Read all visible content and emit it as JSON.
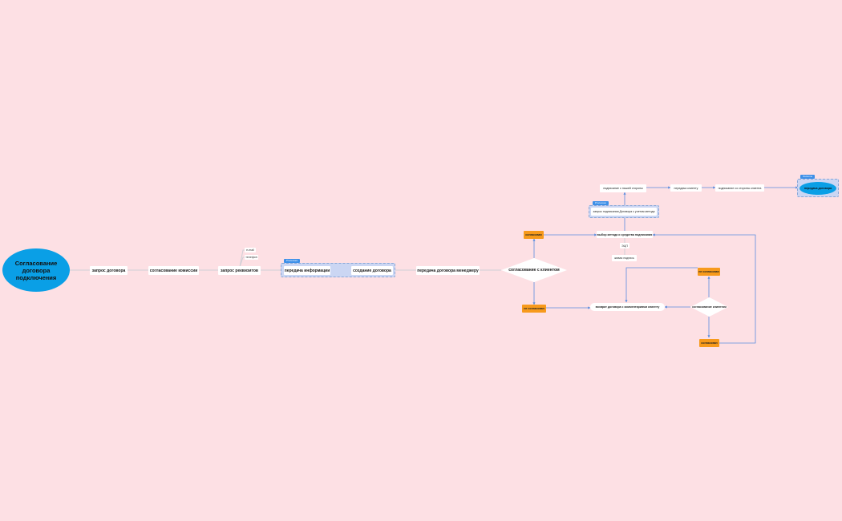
{
  "colors": {
    "background": "#fde0e4",
    "root_fill": "#0a9fe6",
    "edge_grey": "#cfcfd6",
    "edge_blue": "#5a8de0",
    "orange": "#f79a1c",
    "group_fill": "#cbd6f3",
    "tag_fill": "#3d8fe8"
  },
  "diagram": {
    "root": "Согласование договора подключения",
    "main_flow": {
      "request_contract": "запрос договора",
      "commission_approval": "согласование комиссии",
      "request_details": "запрос реквизитов",
      "details_sources": [
        "e-mail",
        "телефон"
      ],
      "info_transfer": "передача информации",
      "contract_creation": "создание договора",
      "manager_transfer": "передача договора менеджеру"
    },
    "client_approval": "согласование с клиентом",
    "agreed_top": "согласован",
    "not_agreed_bottom": "не согласован",
    "method_choice": "выбор метода и средства подписания",
    "methods": [
      "ЭЦП",
      "живая подпись"
    ],
    "signing_request": "запрос подписания Договора с учетом метода",
    "sign_our_side": "подписание с нашей стороны",
    "transfer_to_client": "передача клиенту",
    "sign_client_side": "подписание со стороны клиента",
    "contract_transfer": "передача договора",
    "return_contract": "возврат договора с комментариями клиенту",
    "client_approval_2": "согласование клиентом",
    "not_agreed_right": "не согласован",
    "agreed_bottom_right": "согласован",
    "group_tags": [
      "Processes",
      "Processes",
      "Outcome"
    ]
  }
}
